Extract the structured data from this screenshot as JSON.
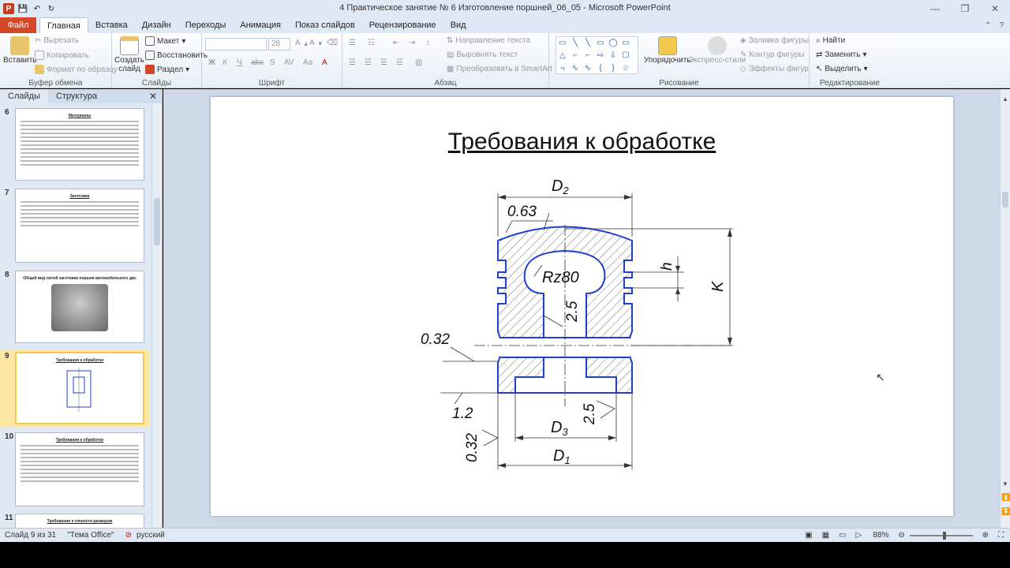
{
  "window": {
    "title": "4 Практическое занятие  № 6 Изготовление поршней_06_05  -  Microsoft PowerPoint",
    "minimize": "—",
    "restore": "❐",
    "close": "✕"
  },
  "qat": {
    "app": "P",
    "save": "💾",
    "undo": "↶",
    "redo": "↻"
  },
  "tabs": [
    "Файл",
    "Главная",
    "Вставка",
    "Дизайн",
    "Переходы",
    "Анимация",
    "Показ слайдов",
    "Рецензирование",
    "Вид"
  ],
  "active_tab": "Главная",
  "ribbon": {
    "clipboard": {
      "label": "Буфер обмена",
      "paste": "Вставить",
      "cut": "Вырезать",
      "copy": "Копировать",
      "format_painter": "Формат по образцу"
    },
    "slides": {
      "label": "Слайды",
      "new_slide": "Создать слайд",
      "layout": "Макет",
      "reset": "Восстановить",
      "section": "Раздел"
    },
    "font": {
      "label": "Шрифт",
      "size": "28",
      "bold": "Ж",
      "italic": "К",
      "underline": "Ч",
      "strike": "abc",
      "shadow": "S",
      "spacing": "AV",
      "case": "Aa",
      "color": "A"
    },
    "paragraph": {
      "label": "Абзац",
      "text_direction": "Направление текста",
      "align_text": "Выровнять текст",
      "smartart": "Преобразовать в SmartArt"
    },
    "drawing": {
      "label": "Рисование",
      "arrange": "Упорядочить",
      "quick_styles": "Экспресс-стили",
      "fill": "Заливка фигуры",
      "outline": "Контур фигуры",
      "effects": "Эффекты фигур"
    },
    "editing": {
      "label": "Редактирование",
      "find": "Найти",
      "replace": "Заменить",
      "select": "Выделить"
    }
  },
  "left_panel": {
    "tab_slides": "Слайды",
    "tab_outline": "Структура",
    "close": "✕",
    "thumbnails": [
      {
        "num": "6",
        "title": "Материалы"
      },
      {
        "num": "7",
        "title": "Заготовка"
      },
      {
        "num": "8",
        "title": "Общий вид литой заготовки поршня автомобильного двс"
      },
      {
        "num": "9",
        "title": "Требования к обработке"
      },
      {
        "num": "10",
        "title": "Требования к обработке"
      },
      {
        "num": "11",
        "title": "Требования к точности размеров"
      }
    ]
  },
  "slide": {
    "title": "Требования к обработке",
    "labels": {
      "d2": "D",
      "d2_sub": "2",
      "r063": "0.63",
      "rz80": "Rz80",
      "h": "h",
      "k": "K",
      "v25a": "2.5",
      "r032": "0.32",
      "r12": "1.2",
      "v25b": "2.5",
      "d3": "D",
      "d3_sub": "3",
      "r032b": "0.32",
      "d1": "D",
      "d1_sub": "1"
    }
  },
  "status": {
    "slide_info": "Слайд 9 из 31",
    "theme": "\"Тема Office\"",
    "language": "русский",
    "zoom": "88%"
  },
  "colors": {
    "accent": "#d24726",
    "blue_line": "#1f3fd1",
    "selected": "#f2c94c"
  }
}
